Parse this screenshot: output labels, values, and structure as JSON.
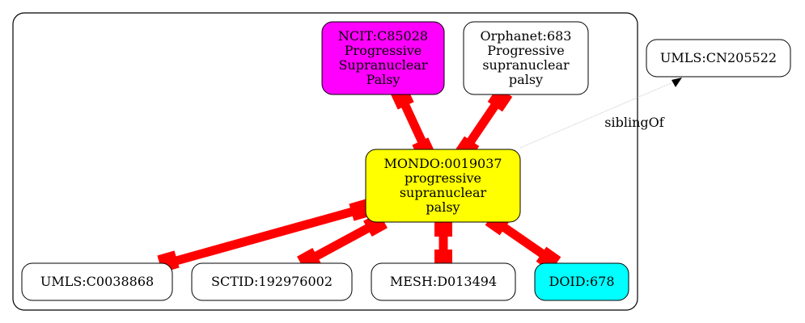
{
  "nodes": {
    "ncit": {
      "lines": [
        "NCIT:C85028",
        "Progressive",
        "Supranuclear",
        "Palsy"
      ],
      "fill": "#ff00ff"
    },
    "orphanet": {
      "lines": [
        "Orphanet:683",
        "Progressive",
        "supranuclear",
        "palsy"
      ],
      "fill": "#ffffff"
    },
    "umls_cn": {
      "lines": [
        "UMLS:CN205522"
      ],
      "fill": "#ffffff"
    },
    "mondo": {
      "lines": [
        "MONDO:0019037",
        "progressive",
        "supranuclear",
        "palsy"
      ],
      "fill": "#ffff00"
    },
    "umls_c": {
      "lines": [
        "UMLS:C0038868"
      ],
      "fill": "#ffffff"
    },
    "sctid": {
      "lines": [
        "SCTID:192976002"
      ],
      "fill": "#ffffff"
    },
    "mesh": {
      "lines": [
        "MESH:D013494"
      ],
      "fill": "#ffffff"
    },
    "doid": {
      "lines": [
        "DOID:678"
      ],
      "fill": "#00ffff"
    }
  },
  "edge_label": "siblingOf",
  "colors": {
    "equivalence_edge": "#ff0000",
    "sibling_edge": "#c8c8c8",
    "outline": "#000000"
  }
}
